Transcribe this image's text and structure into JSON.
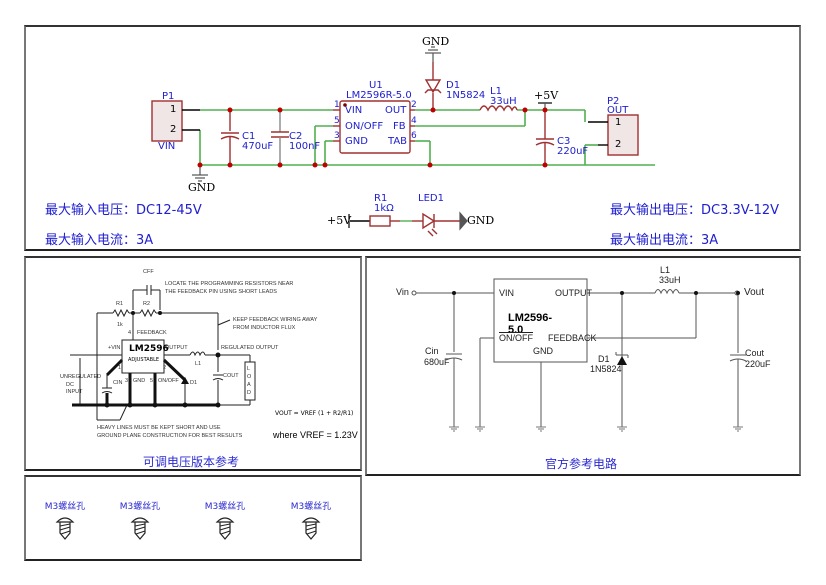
{
  "top_schematic": {
    "P1": {
      "ref": "P1",
      "value": "VIN",
      "pins": [
        "1",
        "2"
      ]
    },
    "P2": {
      "ref": "P2",
      "value": "OUT",
      "pins": [
        "1",
        "2"
      ]
    },
    "C1": {
      "ref": "C1",
      "value": "470uF"
    },
    "C2": {
      "ref": "C2",
      "value": "100nF"
    },
    "C3": {
      "ref": "C3",
      "value": "220uF"
    },
    "U1": {
      "ref": "U1",
      "value": "LM2596R-5.0",
      "pins": [
        {
          "num": "1",
          "name": "VIN"
        },
        {
          "num": "5",
          "name": "ON/OFF"
        },
        {
          "num": "3",
          "name": "GND"
        },
        {
          "num": "2",
          "name": "OUT"
        },
        {
          "num": "4",
          "name": "FB"
        },
        {
          "num": "6",
          "name": "TAB"
        }
      ]
    },
    "D1": {
      "ref": "D1",
      "value": "1N5824"
    },
    "L1": {
      "ref": "L1",
      "value": "33uH"
    },
    "R1": {
      "ref": "R1",
      "value": "1kΩ"
    },
    "LED1": {
      "ref": "LED1"
    },
    "power_labels": {
      "gnd": "GND",
      "vout": "+5V"
    },
    "specs": {
      "max_input_voltage": "最大输入电压：DC12-45V",
      "max_input_current": "最大输入电流：3A",
      "max_output_voltage": "最大输出电压：DC3.3V-12V",
      "max_output_current": "最大输出电流：3A"
    }
  },
  "adjustable_reference": {
    "caption": "可调电压版本参考",
    "chip": "LM2596",
    "chip_sub": "ADJUSTABLE",
    "labels": {
      "cff": "CFF",
      "r1": "R1",
      "r2": "R2",
      "note1a": "LOCATE THE PROGRAMMING RESISTORS NEAR",
      "note1b": "THE FEEDBACK PIN USING SHORT LEADS",
      "note2a": "KEEP FEEDBACK WIRING AWAY",
      "note2b": "FROM INDUCTOR FLUX",
      "feedback": "FEEDBACK",
      "pin4": "4",
      "vin": "+VIN",
      "output": "OUTPUT",
      "reg_out": "REGULATED OUTPUT",
      "l1": "L1",
      "d1": "D1",
      "cin": "CIN",
      "cout": "COUT",
      "gnd": "GND",
      "onoff": "ON/OFF",
      "p1": "1",
      "p2": "2",
      "p3": "3",
      "p5": "5",
      "unreg1": "UNREGULATED",
      "unreg2": "DC INPUT",
      "load": "LOAD",
      "note3a": "HEAVY LINES MUST BE KEPT SHORT AND USE",
      "note3b": "GROUND PLANE CONSTRUCTION FOR BEST RESULTS",
      "formula": "VOUT = VREF (1 + R2/R1)",
      "vref": "where VREF = 1.23V",
      "tk": "1k"
    }
  },
  "official_reference": {
    "caption": "官方参考电路",
    "chip": "LM2596-5.0",
    "pins": {
      "vin": "VIN",
      "output": "OUTPUT",
      "onoff": "ON/OFF",
      "feedback": "FEEDBACK",
      "gnd": "GND"
    },
    "vin_label": "Vin",
    "vout_label": "Vout",
    "cin": {
      "ref": "Cin",
      "value": "680uF"
    },
    "cout": {
      "ref": "Cout",
      "value": "220uF"
    },
    "l1": {
      "ref": "L1",
      "value": "33uH"
    },
    "d1": {
      "ref": "D1",
      "value": "1N5824"
    }
  },
  "mounting_holes": [
    {
      "label": "M3螺丝孔"
    },
    {
      "label": "M3螺丝孔"
    },
    {
      "label": "M3螺丝孔"
    },
    {
      "label": "M3螺丝孔"
    }
  ]
}
